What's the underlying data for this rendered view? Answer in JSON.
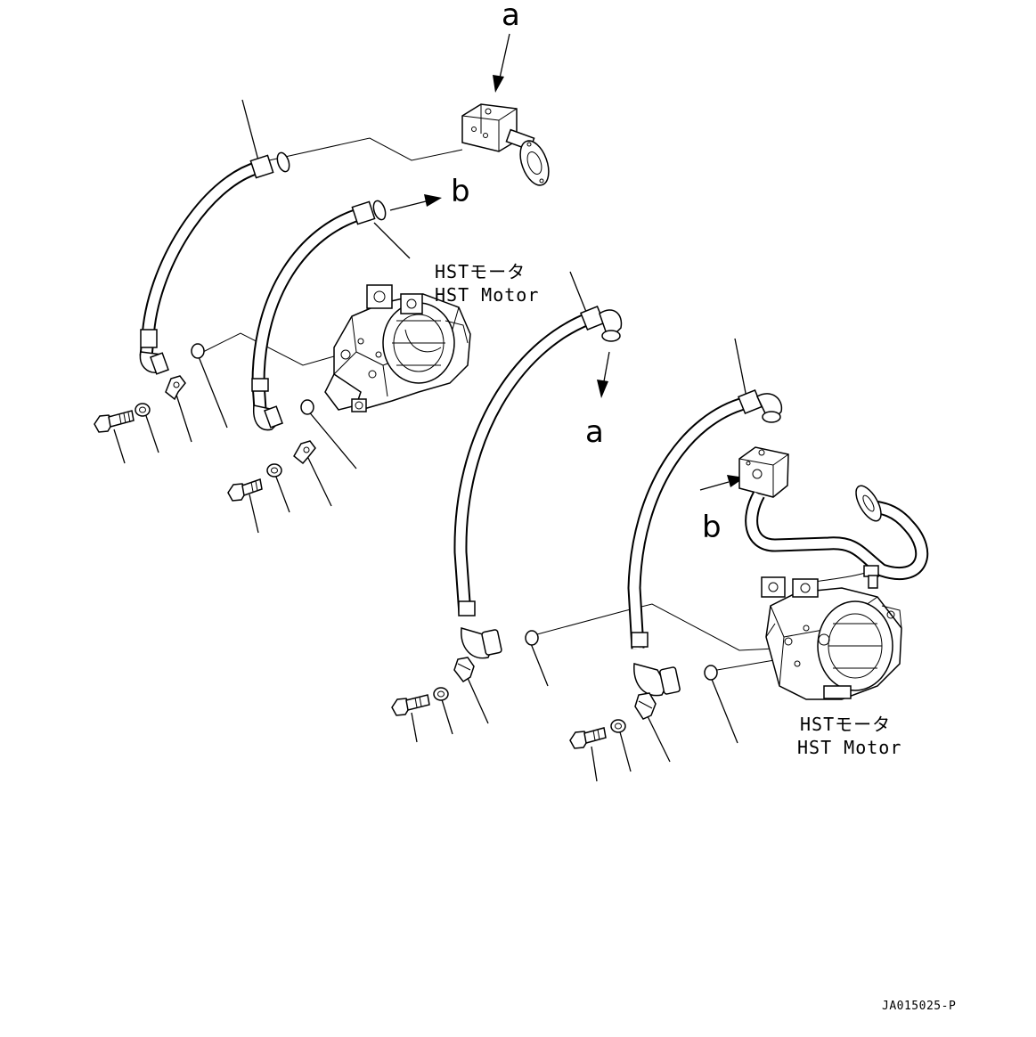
{
  "callouts": {
    "a_top": "a",
    "b_top": "b",
    "a_mid": "a",
    "b_right": "b"
  },
  "motor_label_left": {
    "jp": "HSTモータ",
    "en": "HST Motor"
  },
  "motor_label_right": {
    "jp": "HSTモータ",
    "en": "HST Motor"
  },
  "drawing_code": "JA015025-P"
}
